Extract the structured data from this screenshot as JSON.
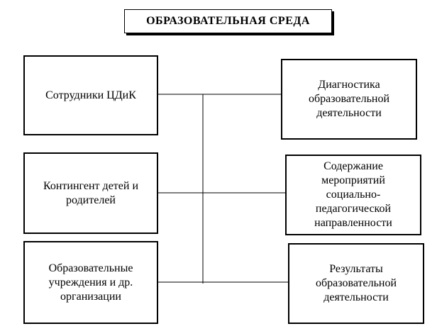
{
  "diagram": {
    "title": "ОБРАЗОВАТЕЛЬНАЯ СРЕДА",
    "left": [
      {
        "label": "Сотрудники ЦДиК"
      },
      {
        "label": "Контингент детей и родителей"
      },
      {
        "label": "Образовательные учреждения и др. организации"
      }
    ],
    "right": [
      {
        "label": "Диагностика образовательной деятельности"
      },
      {
        "label": "Содержание мероприятий социально-педагогической направленности"
      },
      {
        "label": "Результаты образовательной деятельности"
      }
    ]
  }
}
